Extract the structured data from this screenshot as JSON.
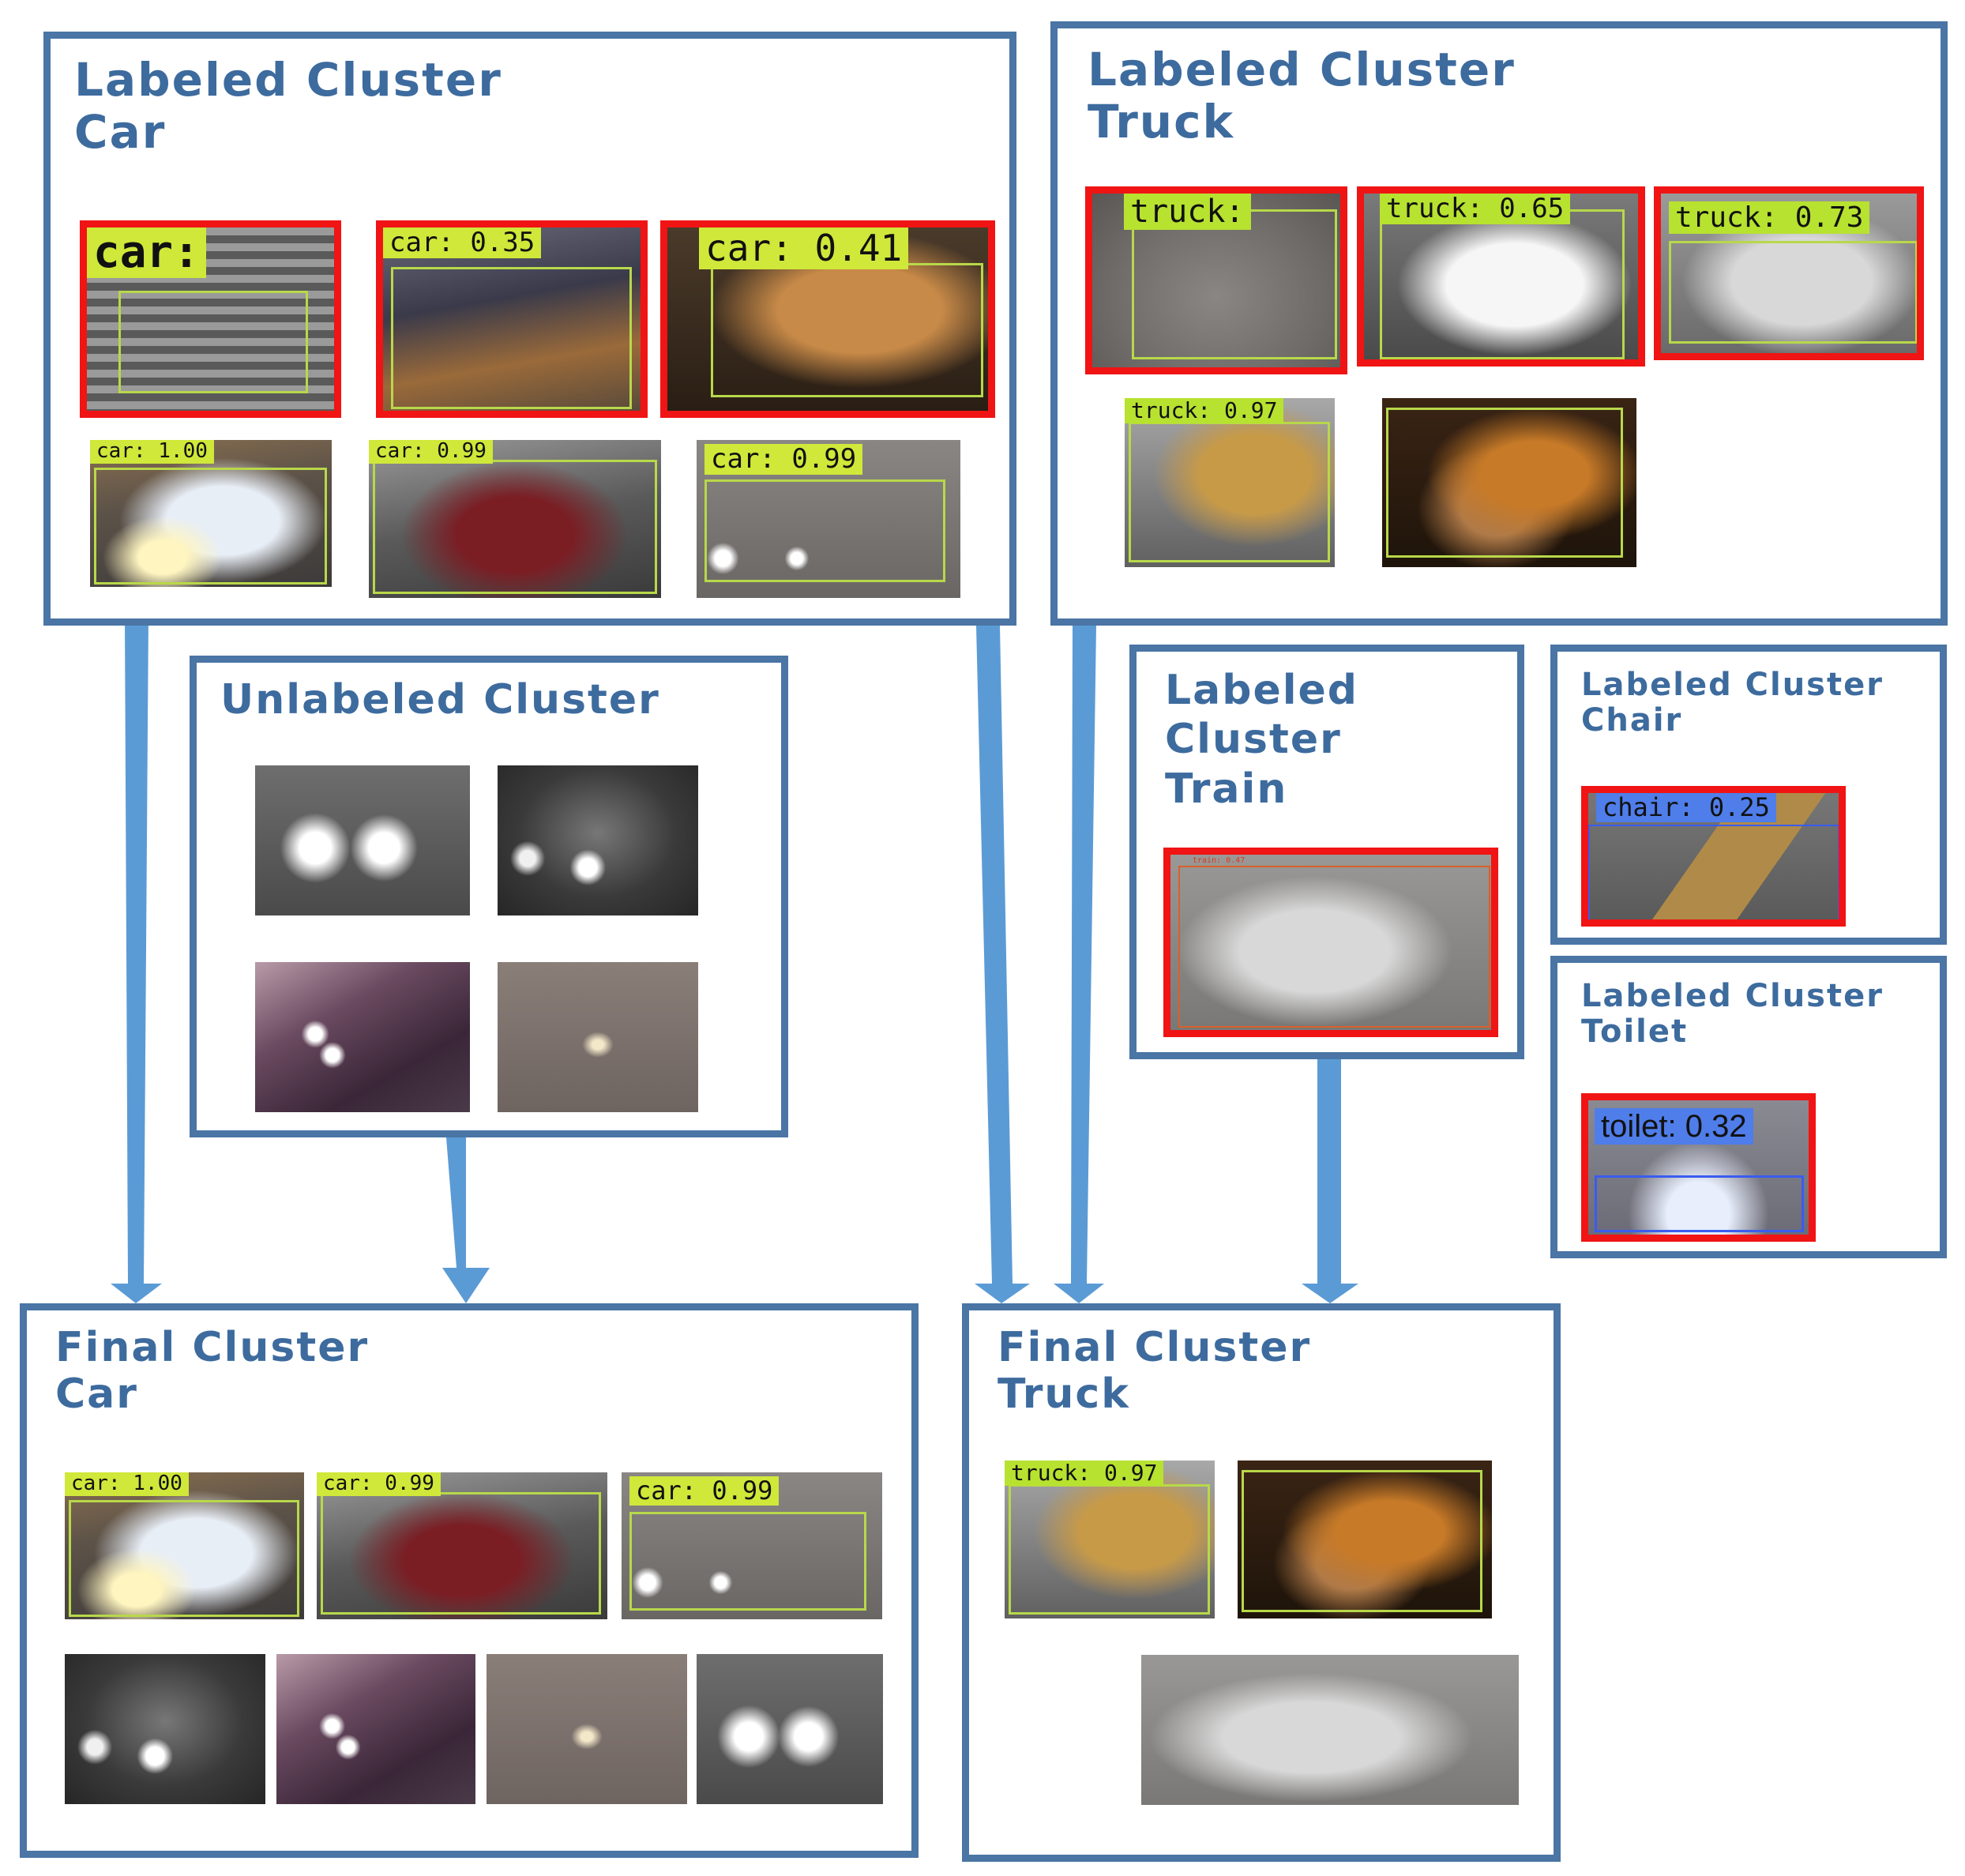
{
  "panels": {
    "labeled_car": {
      "line1": "Labeled Cluster",
      "line2": "Car"
    },
    "labeled_truck": {
      "line1": "Labeled Cluster",
      "line2": "Truck"
    },
    "unlabeled": {
      "line1": "Unlabeled Cluster"
    },
    "labeled_train": {
      "line1": "Labeled",
      "line2": "Cluster",
      "line3": "Train"
    },
    "labeled_chair": {
      "line1": "Labeled Cluster",
      "line2": "Chair"
    },
    "labeled_toilet": {
      "line1": "Labeled Cluster",
      "line2": "Toilet"
    },
    "final_car": {
      "line1": "Final Cluster",
      "line2": "Car"
    },
    "final_truck": {
      "line1": "Final Cluster",
      "line2": "Truck"
    }
  },
  "detections": {
    "car_low_1": "car:",
    "car_low_2": "car: 0.35",
    "car_low_3": "car: 0.41",
    "car_high_1": "car: 1.00",
    "car_high_2": "car: 0.99",
    "car_high_3": "car: 0.99",
    "truck_low_1": "truck:",
    "truck_low_2": "truck: 0.65",
    "truck_low_3": "truck: 0.73",
    "truck_high_1": "truck: 0.97",
    "train_1": "train: 0.47",
    "chair_1": "chair: 0.25",
    "toilet_1": "toilet: 0.32"
  },
  "colors": {
    "panel_border": "#4a75a5",
    "title_text": "#3d6b9e",
    "low_confidence_frame": "#f01414",
    "arrow": "#5b9bd5",
    "bbox_yellow_green": "#b8d84a",
    "label_green": "#b7e230",
    "label_blue": "#4f7de9"
  }
}
